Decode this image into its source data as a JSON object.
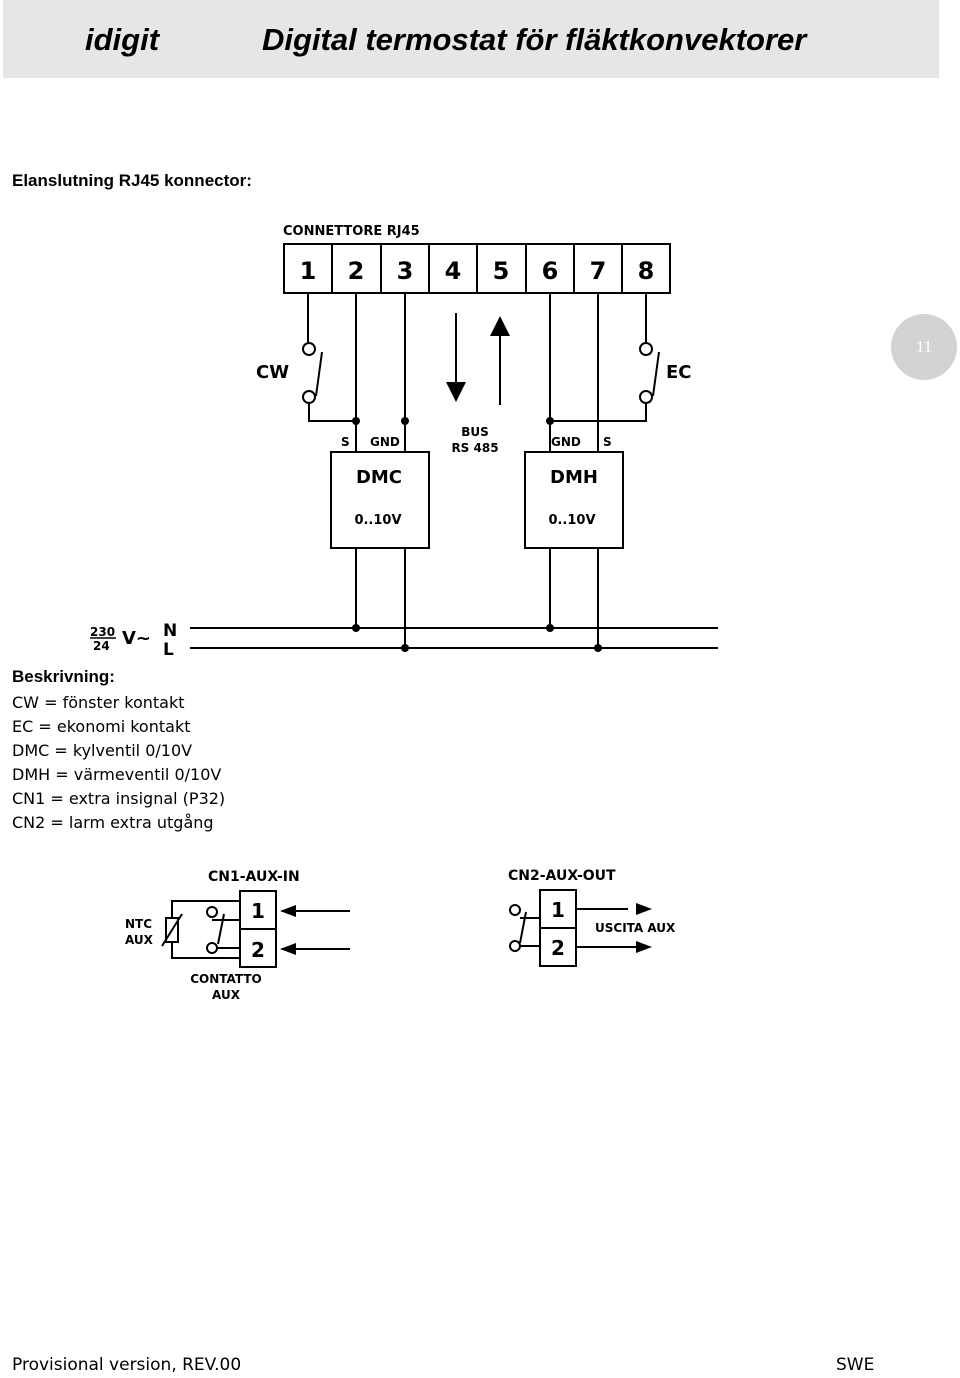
{
  "header": {
    "brand": "idigit",
    "title": "Digital termostat för fläktkonvektorer"
  },
  "section": {
    "title": "Elanslutning RJ45 konnector:"
  },
  "page_number": "11",
  "wiring": {
    "connector_title": "CONNETTORE RJ45",
    "pins": [
      "1",
      "2",
      "3",
      "4",
      "5",
      "6",
      "7",
      "8"
    ],
    "cw_label": "CW",
    "ec_label": "EC",
    "bus_label_1": "BUS",
    "bus_label_2": "RS 485",
    "dmc": {
      "name": "DMC",
      "range": "0..10V",
      "s": "S",
      "gnd": "GND"
    },
    "dmh": {
      "name": "DMH",
      "range": "0..10V",
      "s": "S",
      "gnd": "GND"
    },
    "supply_top": "230",
    "supply_bottom": "24",
    "supply_unit": "V~",
    "neutral": "N",
    "line": "L"
  },
  "description": {
    "title": "Beskrivning:",
    "items": [
      "CW = fönster kontakt",
      "EC = ekonomi kontakt",
      "DMC = kylventil 0/10V",
      "DMH = värmeventil 0/10V",
      "CN1 = extra insignal (P32)",
      "CN2 = larm extra utgång"
    ]
  },
  "cn1": {
    "title": "CN1-AUX-IN",
    "pins": [
      "1",
      "2"
    ],
    "ntc_1": "NTC",
    "ntc_2": "AUX",
    "contact_1": "CONTATTO",
    "contact_2": "AUX"
  },
  "cn2": {
    "title": "CN2-AUX-OUT",
    "pins": [
      "1",
      "2"
    ],
    "output": "USCITA AUX"
  },
  "footer": {
    "version": "Provisional version, REV.00",
    "lang": "SWE"
  }
}
